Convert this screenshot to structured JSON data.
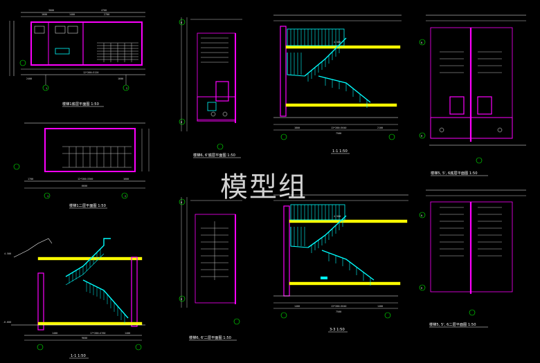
{
  "colors": {
    "background": "#000000",
    "wall": "#ff00ff",
    "railing": "#00ffff",
    "dimension": "#ffffff",
    "grid": "#00ff00",
    "structure": "#ffff00",
    "stair": "#c8c8c8"
  },
  "watermark": "模型组",
  "drawings": {
    "plan_1": {
      "title": "楼梯1底层平面图 1:50",
      "axis_left": "1",
      "axis_right": "2",
      "dims_top": [
        "3000",
        "4700",
        "1600",
        "1400",
        "2700"
      ],
      "dims_bottom": [
        "2400",
        "12*260=3120",
        "1600"
      ]
    },
    "plan_2": {
      "title": "楼梯1二层平面图 1:50",
      "dims_bottom": [
        "1700",
        "12*280=3360",
        "1600"
      ],
      "dims_total": "6600",
      "axis_left": "1",
      "axis_right": "2"
    },
    "section_1": {
      "title": "1-1 1:50",
      "dims_bottom": [
        "1400",
        "17*280=4760",
        "1400"
      ],
      "dims_total": "9600",
      "level_top": "4.500",
      "level_bottom": "-0.600"
    },
    "plan_3": {
      "title": "楼梯6, 6'底层平面图 1:50",
      "axis_top": "N",
      "axis_bottom": "M"
    },
    "plan_4": {
      "title": "楼梯6, 6'二层平面图 1:50",
      "axis_top": "N",
      "axis_bottom": "M"
    },
    "section_2": {
      "title": "1-1 1:50",
      "dims_bottom": [
        "1800",
        "13*280=3640",
        "2100"
      ],
      "dims_total": "7500",
      "level": "4.500"
    },
    "section_3": {
      "title": "3-3 1:50",
      "dims_bottom": [
        "1400",
        "13*280=3640",
        "1400"
      ],
      "dims_total": "7500",
      "level": "4.500"
    },
    "plan_5": {
      "title": "楼梯5, 5', 6底层平面图 1:50",
      "axis_top": "N",
      "axis_bottom": "M"
    },
    "plan_6": {
      "title": "楼梯5, 5', 6二层平面图 1:50",
      "axis_top": "N",
      "axis_bottom": "M"
    }
  }
}
